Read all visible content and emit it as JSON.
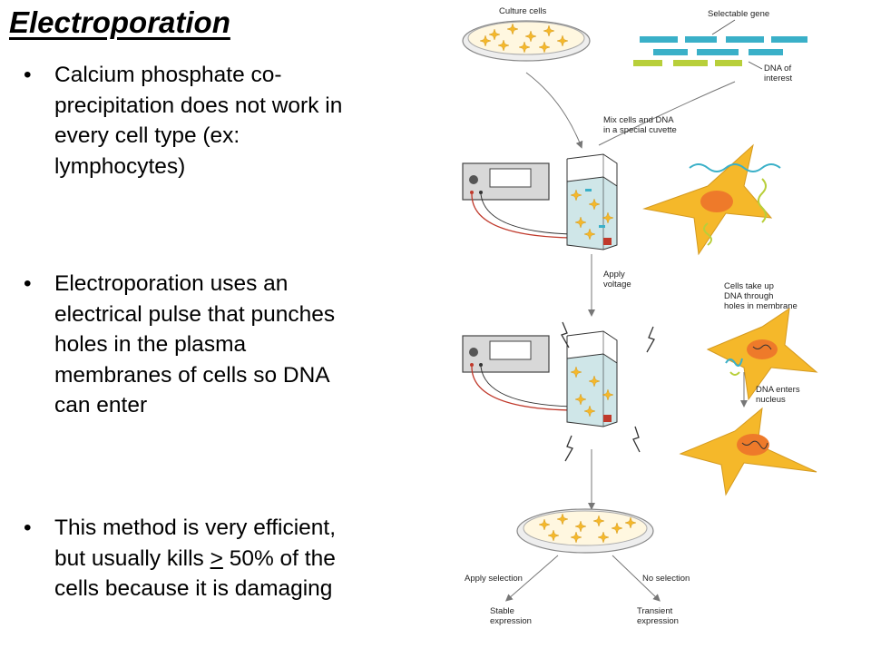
{
  "title": "Electroporation",
  "bullets": [
    {
      "lines": [
        "Calcium phosphate co-",
        "precipitation does not work in",
        "every cell type (ex:",
        "lymphocytes)"
      ]
    },
    {
      "lines": [
        "Electroporation uses an",
        "electrical pulse that punches",
        "holes in the plasma",
        "membranes of cells so DNA",
        "can enter"
      ]
    },
    {
      "pre": "This method is very efficient,",
      "line2_a": "but usually kills ",
      "ge": ">",
      "line2_b": " 50% of the",
      "line3": "cells because it is damaging"
    }
  ],
  "figure": {
    "culture_cells": "Culture cells",
    "selectable_gene": "Selectable gene",
    "dna_of": "DNA of",
    "interest": "interest",
    "mix_1": "Mix cells and DNA",
    "mix_2": "in a special cuvette",
    "apply_1": "Apply",
    "apply_2": "voltage",
    "take_1": "Cells take up",
    "take_2": "DNA through",
    "take_3": "holes in membrane",
    "enters_1": "DNA enters",
    "enters_2": "nucleus",
    "apply_sel": "Apply selection",
    "no_sel": "No selection",
    "stable_1": "Stable",
    "stable_2": "expression",
    "trans_1": "Transient",
    "trans_2": "expression"
  },
  "colors": {
    "cell": "#f5b82a",
    "nucleus": "#ee7a2a",
    "dna_blue": "#3ab0c8",
    "dna_green": "#b8cf3a",
    "cuvette": "#cfe6e8",
    "wire": "#c0392b"
  }
}
